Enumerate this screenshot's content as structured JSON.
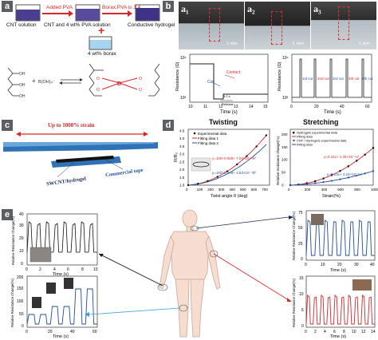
{
  "panel_labels": {
    "a": "a",
    "b": "b",
    "c": "c",
    "d": "d",
    "e": "e"
  },
  "panel_a": {
    "beaker1_label": "CNT solution",
    "arrow1_label": "Added PVA",
    "beaker2_label": "CNT and 4 wt% PVA solution",
    "arrow2_label": "Borax:PVA is 1:4",
    "beaker3_label": "Conductive hydrogel",
    "borax_label": "4 wt% borax",
    "plus": "+",
    "reaction_plus": "+",
    "boron_group": "B(OH)₄⁻"
  },
  "panel_b": {
    "img_labels": [
      "a₁",
      "a₂",
      "a₃"
    ],
    "scale_labels": [
      "1 mm",
      "1 mm",
      "1 mm"
    ],
    "left_chart": {
      "ylabel": "Resistance (Ω)",
      "xlabel": "Time (s)",
      "xticks": [
        "10",
        "11",
        "12",
        "13",
        "14",
        "15"
      ],
      "yticks": [
        "10⁴",
        "10³"
      ],
      "annotations": {
        "cut": "Cut",
        "contact": "Contact",
        "release": "Release",
        "interval": "3.2 s"
      }
    },
    "right_chart": {
      "ylabel": "Resistance (Ω)",
      "xlabel": "Time (s)",
      "xticks": [
        "0",
        "20",
        "40",
        "60"
      ],
      "yticks": [
        "10⁴",
        "10³"
      ],
      "cut_labels": [
        "1st cut",
        "2nd cut",
        "3rd cut",
        "4th cut",
        "5th cut"
      ]
    }
  },
  "panel_c": {
    "strain_label": "Up to 1000% strain",
    "tape_label": "Commercial tape",
    "hydrogel_label": "SWCNT/hydrogel"
  },
  "panel_d": {
    "twisting": {
      "title": "Twisting",
      "ylabel": "R/R₀",
      "xlabel": "Twist angle θ (deg)",
      "xticks": [
        "0",
        "100",
        "200",
        "300",
        "400",
        "500",
        "600",
        "700"
      ],
      "yticks": [
        "1.0",
        "1.5",
        "2.0",
        "2.5",
        "3.0",
        "3.5",
        "4.0",
        "4.5"
      ],
      "legend": [
        "Experimental data",
        "Fitting data 1",
        "Fitting data 2"
      ],
      "eq1": "y=100+0.05θ+ 7.07×10⁻⁴θ²",
      "eq2": "y=100+0.04θ+ 3.53×10⁻⁴θ²"
    },
    "stretching": {
      "title": "Stretching",
      "ylabel": "Relative resistance change(%)",
      "xlabel": "Strain(%)",
      "xticks": [
        "0",
        "200",
        "400",
        "600",
        "800",
        "1000"
      ],
      "yticks": [
        "0",
        "50",
        "100",
        "150",
        "200"
      ],
      "legend": [
        "Hydrogels experimental data",
        "Fitting data",
        "CNT / Hydrogels experimental data",
        "Fitting data"
      ],
      "eq1": "y=0.15x+ 1.35×10⁻⁴x²",
      "eq2": "y=0.13x+ 4.24×10⁻⁵x²"
    }
  },
  "panel_e": {
    "top_left": {
      "ylabel": "Relative Resistance Change(%)",
      "xlabel": "Time (s)",
      "xticks": [
        "0",
        "2",
        "4",
        "6",
        "8",
        "10"
      ],
      "yticks": [
        "0",
        "10",
        "20",
        "30",
        "40"
      ]
    },
    "bottom_left": {
      "ylabel": "Relative Resistance Change(%)",
      "xlabel": "Time (s)",
      "xticks": [
        "0",
        "20",
        "40",
        "60"
      ],
      "yticks": [
        "0",
        "50",
        "100",
        "150",
        "200"
      ]
    },
    "top_right": {
      "ylabel": "Relative Resistance Change(%)",
      "xlabel": "Time (s)",
      "xticks": [
        "0",
        "10",
        "20",
        "30",
        "40"
      ],
      "yticks": [
        "0",
        "25",
        "50",
        "75"
      ]
    },
    "bottom_right": {
      "ylabel": "Relative Resistance Change(%)",
      "xlabel": "Time (s)",
      "xticks": [
        "0",
        "2",
        "4",
        "6",
        "8",
        "10",
        "12",
        "14"
      ],
      "yticks": [
        "0",
        "5",
        "10",
        "15"
      ]
    }
  },
  "colors": {
    "label_bg": "#5b5e63",
    "red": "#d62728",
    "blue": "#1f4e9c",
    "navy": "#1b2a5c",
    "tape": "#2f72b5"
  }
}
